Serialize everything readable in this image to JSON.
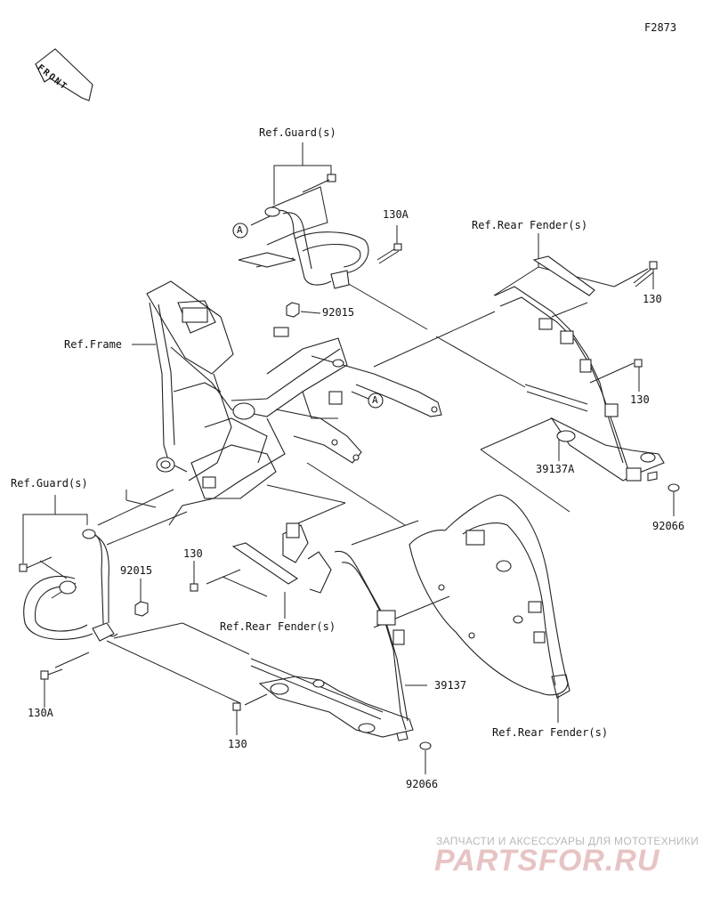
{
  "figure_code": "F2873",
  "front_marker": "FRONT",
  "labels": {
    "ref_guard_top": "Ref.Guard(s)",
    "ref_guard_left": "Ref.Guard(s)",
    "ref_rear_fender_top": "Ref.Rear Fender(s)",
    "ref_rear_fender_mid": "Ref.Rear Fender(s)",
    "ref_rear_fender_bottom": "Ref.Rear Fender(s)",
    "ref_frame": "Ref.Frame",
    "callout_a": "A"
  },
  "parts": {
    "p130a_top": "130A",
    "p130a_bottom": "130A",
    "p130_right_top": "130",
    "p130_right_mid": "130",
    "p130_mid": "130",
    "p130_bottom": "130",
    "p92015_top": "92015",
    "p92015_left": "92015",
    "p39137a": "39137A",
    "p39137": "39137",
    "p92066_right": "92066",
    "p92066_bottom": "92066"
  },
  "watermark": {
    "line1": "ЗАПЧАСТИ И АКСЕССУАРЫ ДЛЯ МОТОТЕХНИКИ",
    "line2": "PARTSFOR.RU"
  }
}
